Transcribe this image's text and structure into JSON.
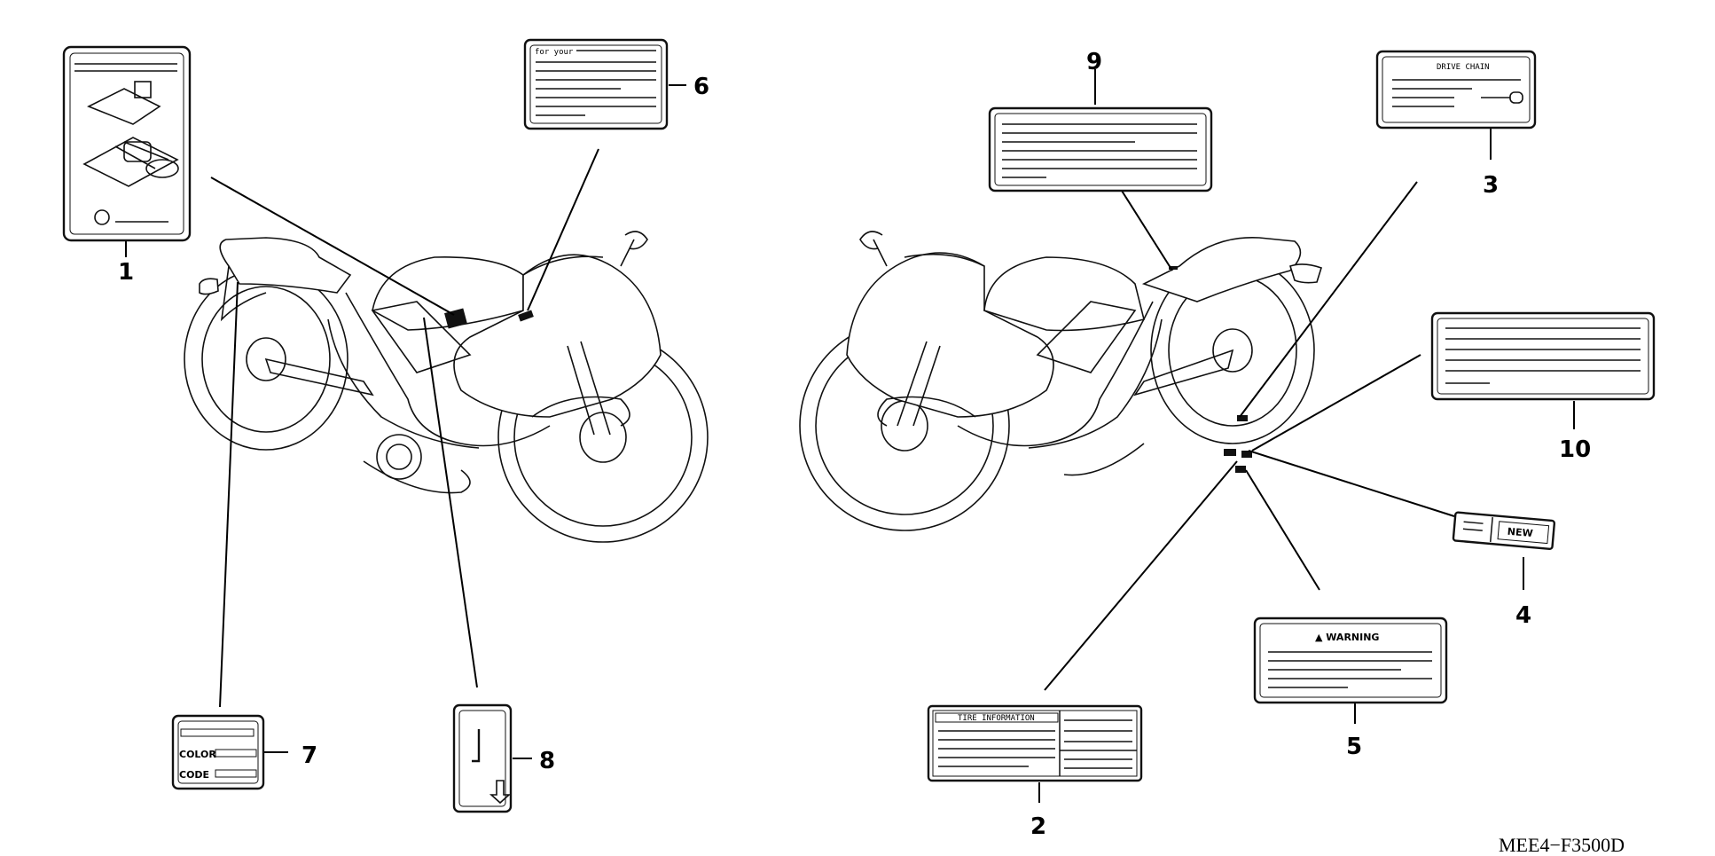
{
  "diagram": {
    "drawing_code": "MEE4−F3500D",
    "callouts": [
      "1",
      "2",
      "3",
      "4",
      "5",
      "6",
      "7",
      "8",
      "9",
      "10"
    ],
    "labels": {
      "label_1": {
        "icon": "tire-pressure-diagram"
      },
      "label_2": {
        "header": "TIRE INFORMATION"
      },
      "label_3": {
        "header": "DRIVE CHAIN"
      },
      "label_4": {
        "tag": "NEW"
      },
      "label_5": {
        "header": "▲ WARNING"
      },
      "label_6": {
        "header": "for your"
      },
      "label_7": {
        "line1": "COLOR",
        "line2": "CODE"
      },
      "label_8": {
        "icon": "down-arrow"
      },
      "label_9": {},
      "label_10": {}
    },
    "colors": {
      "line": "#111111",
      "background": "#ffffff"
    }
  }
}
